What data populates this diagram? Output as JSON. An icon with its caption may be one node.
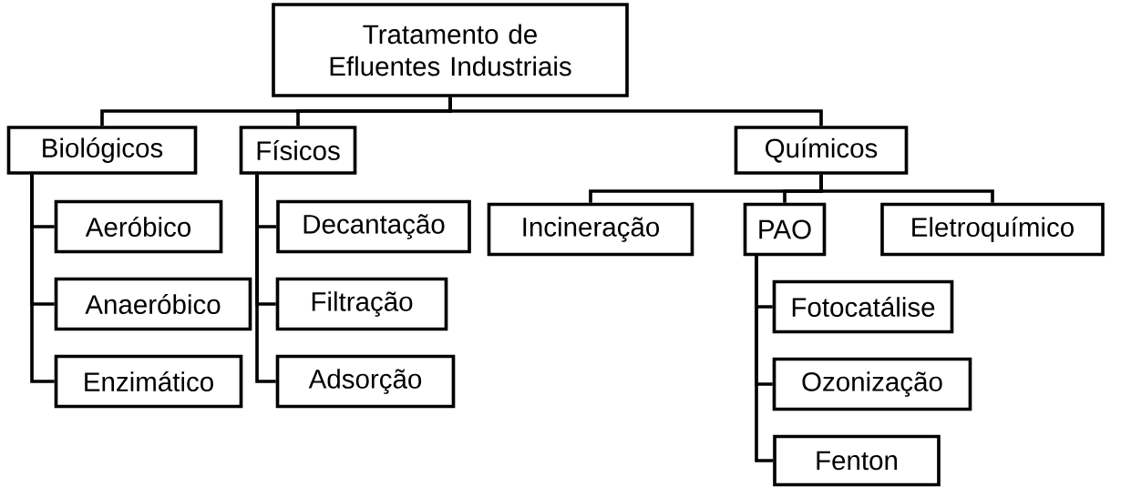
{
  "diagram": {
    "nodes": [
      {
        "text": [
          "Tratamento de Efluentes Industriais"
        ]
      },
      {
        "text": [
          "Biológicos"
        ]
      },
      {
        "text": [
          "Físicos"
        ]
      },
      {
        "text": [
          "Químicos"
        ]
      },
      {
        "text": [
          "Aeróbico"
        ]
      },
      {
        "text": [
          "Anaeróbico"
        ]
      },
      {
        "text": [
          "Enzimático"
        ]
      },
      {
        "text": [
          "Decantação"
        ]
      },
      {
        "text": [
          "Filtração"
        ]
      },
      {
        "text": [
          "Adsorção"
        ]
      },
      {
        "text": [
          "Incineração"
        ]
      },
      {
        "text": [
          "PAO"
        ]
      },
      {
        "text": [
          "Eletroquímico"
        ]
      },
      {
        "text": [
          "Fotocatálise"
        ]
      },
      {
        "text": [
          "Ozonização"
        ]
      },
      {
        "text": [
          "Fenton"
        ]
      }
    ],
    "edges": [
      {
        "from": 0,
        "to": 1,
        "arrow": "none"
      },
      {
        "from": 0,
        "to": 2,
        "arrow": "none"
      },
      {
        "from": 0,
        "to": 3,
        "arrow": "none"
      },
      {
        "from": 1,
        "to": 4,
        "arrow": "none"
      },
      {
        "from": 1,
        "to": 5,
        "arrow": "none"
      },
      {
        "from": 1,
        "to": 6,
        "arrow": "none"
      },
      {
        "from": 2,
        "to": 7,
        "arrow": "none"
      },
      {
        "from": 2,
        "to": 8,
        "arrow": "none"
      },
      {
        "from": 2,
        "to": 9,
        "arrow": "none"
      },
      {
        "from": 3,
        "to": 10,
        "arrow": "none"
      },
      {
        "from": 3,
        "to": 11,
        "arrow": "none"
      },
      {
        "from": 3,
        "to": 12,
        "arrow": "none"
      },
      {
        "from": 11,
        "to": 13,
        "arrow": "none"
      },
      {
        "from": 11,
        "to": 14,
        "arrow": "none"
      },
      {
        "from": 11,
        "to": 15,
        "arrow": "none"
      }
    ]
  }
}
